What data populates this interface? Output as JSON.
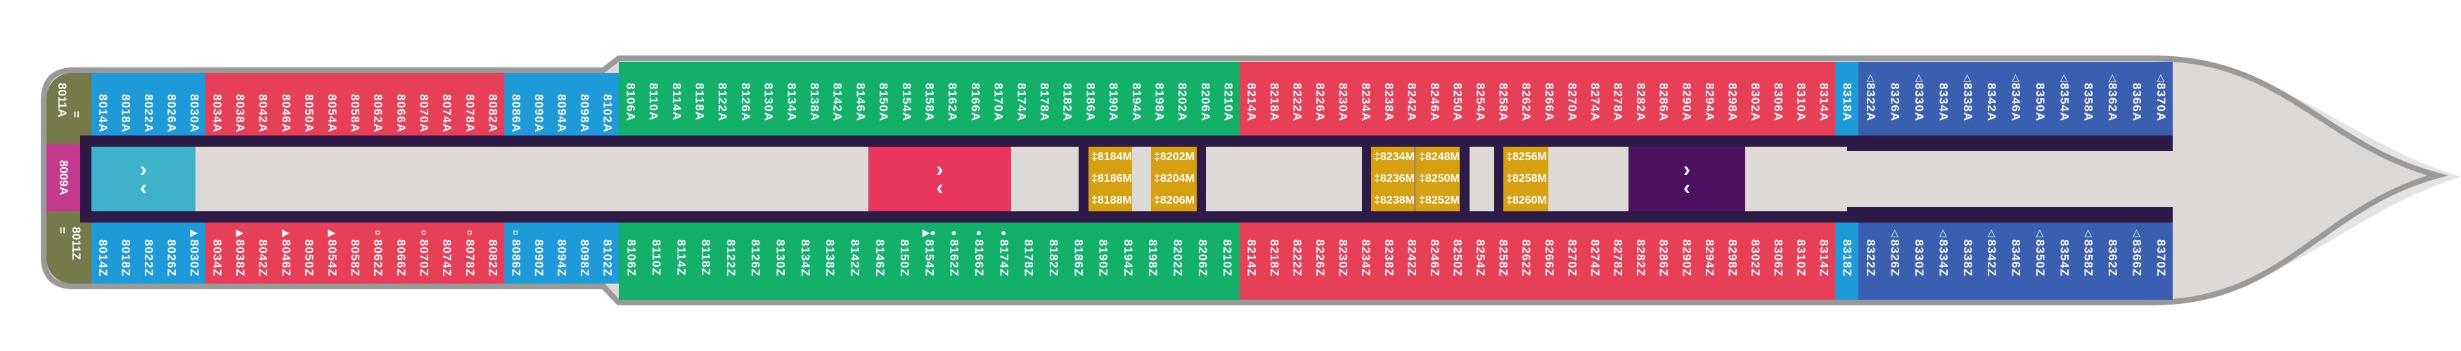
{
  "colors": {
    "hull": "#9a9a9a",
    "deck": "#dcd9d6",
    "corridor": "#2e1a47",
    "olive": "#76794a",
    "magenta": "#c43a8f",
    "teal": "#3fb2cb",
    "blue": "#1f9ad9",
    "red": "#e63f57",
    "green": "#13b06a",
    "navy": "#3a5fb0",
    "yellow": "#d6a010",
    "purple": "#4b1060",
    "pink": "#e8365f"
  },
  "stern": {
    "top_cabin": "8011A",
    "top_mark": "=",
    "bottom_cabin": "8011Z",
    "bottom_mark": "=",
    "suite": "8009A"
  },
  "top_groups": [
    {
      "id": "t-blue1",
      "color": "#1f9ad9",
      "cabins": [
        {
          "n": "8014A"
        },
        {
          "n": "8018A"
        },
        {
          "n": "8022A"
        },
        {
          "n": "8026A"
        },
        {
          "n": "8030A"
        }
      ]
    },
    {
      "id": "t-red1",
      "color": "#e63f57",
      "cabins": [
        {
          "n": "8034A"
        },
        {
          "n": "8038A"
        },
        {
          "n": "8042A"
        },
        {
          "n": "8046A"
        },
        {
          "n": "8050A"
        },
        {
          "n": "8054A"
        },
        {
          "n": "8058A"
        },
        {
          "n": "8062A"
        },
        {
          "n": "8066A"
        },
        {
          "n": "8070A"
        },
        {
          "n": "8074A"
        },
        {
          "n": "8078A"
        },
        {
          "n": "8082A"
        }
      ]
    },
    {
      "id": "t-blue2",
      "color": "#1f9ad9",
      "cabins": [
        {
          "n": "8086A"
        },
        {
          "n": "8090A"
        },
        {
          "n": "8094A"
        },
        {
          "n": "8098A"
        },
        {
          "n": "8102A"
        }
      ]
    },
    {
      "id": "t-green",
      "color": "#13b06a",
      "cabins": [
        {
          "n": "8106A"
        },
        {
          "n": "8110A"
        },
        {
          "n": "8114A"
        },
        {
          "n": "8118A"
        },
        {
          "n": "8122A"
        },
        {
          "n": "8126A"
        },
        {
          "n": "8130A"
        },
        {
          "n": "8134A"
        },
        {
          "n": "8138A"
        },
        {
          "n": "8142A"
        },
        {
          "n": "8146A"
        },
        {
          "n": "8150A"
        },
        {
          "n": "8154A"
        },
        {
          "n": "8158A"
        },
        {
          "n": "8162A"
        },
        {
          "n": "8166A"
        },
        {
          "n": "8170A"
        },
        {
          "n": "8174A"
        },
        {
          "n": "8178A"
        },
        {
          "n": "8182A"
        },
        {
          "n": "8186A"
        },
        {
          "n": "8190A"
        },
        {
          "n": "8194A"
        },
        {
          "n": "8198A"
        },
        {
          "n": "8202A"
        },
        {
          "n": "8206A"
        },
        {
          "n": "8210A"
        }
      ]
    },
    {
      "id": "t-red2",
      "color": "#e63f57",
      "cabins": [
        {
          "n": "8214A"
        },
        {
          "n": "8218A"
        },
        {
          "n": "8222A"
        },
        {
          "n": "8226A"
        },
        {
          "n": "8230A"
        },
        {
          "n": "8234A"
        },
        {
          "n": "8238A"
        },
        {
          "n": "8242A"
        },
        {
          "n": "8246A"
        },
        {
          "n": "8250A"
        },
        {
          "n": "8254A"
        },
        {
          "n": "8258A"
        },
        {
          "n": "8262A"
        },
        {
          "n": "8266A"
        },
        {
          "n": "8270A"
        },
        {
          "n": "8274A"
        },
        {
          "n": "8278A"
        },
        {
          "n": "8282A"
        },
        {
          "n": "8286A"
        },
        {
          "n": "8290A"
        },
        {
          "n": "8294A"
        },
        {
          "n": "8298A"
        },
        {
          "n": "8302A"
        },
        {
          "n": "8306A"
        },
        {
          "n": "8310A"
        },
        {
          "n": "8314A"
        }
      ]
    },
    {
      "id": "t-blue3",
      "color": "#1f9ad9",
      "cabins": [
        {
          "n": "8318A"
        }
      ]
    },
    {
      "id": "t-navy",
      "color": "#3a5fb0",
      "cabins": [
        {
          "n": "8322A",
          "m": "△"
        },
        {
          "n": "8326A"
        },
        {
          "n": "8330A",
          "m": "△"
        },
        {
          "n": "8334A"
        },
        {
          "n": "8338A",
          "m": "△"
        },
        {
          "n": "8342A"
        },
        {
          "n": "8346A",
          "m": "△"
        },
        {
          "n": "8350A"
        },
        {
          "n": "8354A",
          "m": "△"
        },
        {
          "n": "8358A"
        },
        {
          "n": "8362A",
          "m": "△"
        },
        {
          "n": "8366A"
        },
        {
          "n": "8370A",
          "m": "△"
        }
      ]
    }
  ],
  "bottom_groups": [
    {
      "id": "b-blue1",
      "color": "#1f9ad9",
      "cabins": [
        {
          "n": "8014Z"
        },
        {
          "n": "8018Z"
        },
        {
          "n": "8022Z"
        },
        {
          "n": "8026Z"
        },
        {
          "n": "8030Z",
          "m": "▶"
        }
      ]
    },
    {
      "id": "b-red1",
      "color": "#e63f57",
      "cabins": [
        {
          "n": "8034Z"
        },
        {
          "n": "8038Z",
          "m": "▶"
        },
        {
          "n": "8042Z"
        },
        {
          "n": "8046Z",
          "m": "▶"
        },
        {
          "n": "8050Z"
        },
        {
          "n": "8054Z",
          "m": "▶"
        },
        {
          "n": "8058Z"
        },
        {
          "n": "8062Z",
          "m": "¤"
        },
        {
          "n": "8066Z"
        },
        {
          "n": "8070Z",
          "m": "¤"
        },
        {
          "n": "8074Z"
        },
        {
          "n": "8078Z",
          "m": "¤"
        },
        {
          "n": "8082Z"
        }
      ]
    },
    {
      "id": "b-blue2",
      "color": "#1f9ad9",
      "cabins": [
        {
          "n": "8086Z",
          "m": "¤"
        },
        {
          "n": "8090Z"
        },
        {
          "n": "8094Z"
        },
        {
          "n": "8098Z"
        },
        {
          "n": "8102Z"
        }
      ]
    },
    {
      "id": "b-green",
      "color": "#13b06a",
      "cabins": [
        {
          "n": "8106Z"
        },
        {
          "n": "8110Z"
        },
        {
          "n": "8114Z"
        },
        {
          "n": "8118Z"
        },
        {
          "n": "8122Z"
        },
        {
          "n": "8126Z"
        },
        {
          "n": "8130Z"
        },
        {
          "n": "8134Z"
        },
        {
          "n": "8138Z"
        },
        {
          "n": "8142Z"
        },
        {
          "n": "8146Z"
        },
        {
          "n": "8150Z"
        },
        {
          "n": "8154Z",
          "m": "▶●"
        },
        {
          "n": "8162Z",
          "m": "●"
        },
        {
          "n": "8166Z",
          "m": "●"
        },
        {
          "n": "8174Z",
          "m": "●"
        },
        {
          "n": "8178Z"
        },
        {
          "n": "8182Z"
        },
        {
          "n": "8186Z"
        },
        {
          "n": "8190Z"
        },
        {
          "n": "8194Z"
        },
        {
          "n": "8198Z"
        },
        {
          "n": "8202Z"
        },
        {
          "n": "8206Z"
        },
        {
          "n": "8210Z"
        }
      ]
    },
    {
      "id": "b-red2",
      "color": "#e63f57",
      "cabins": [
        {
          "n": "8214Z"
        },
        {
          "n": "8218Z"
        },
        {
          "n": "8222Z"
        },
        {
          "n": "8226Z"
        },
        {
          "n": "8230Z"
        },
        {
          "n": "8234Z"
        },
        {
          "n": "8238Z"
        },
        {
          "n": "8242Z"
        },
        {
          "n": "8246Z"
        },
        {
          "n": "8250Z"
        },
        {
          "n": "8254Z"
        },
        {
          "n": "8258Z"
        },
        {
          "n": "8262Z"
        },
        {
          "n": "8266Z"
        },
        {
          "n": "8270Z"
        },
        {
          "n": "8274Z"
        },
        {
          "n": "8278Z"
        },
        {
          "n": "8282Z"
        },
        {
          "n": "8286Z"
        },
        {
          "n": "8290Z"
        },
        {
          "n": "8294Z"
        },
        {
          "n": "8298Z"
        },
        {
          "n": "8302Z"
        },
        {
          "n": "8306Z"
        },
        {
          "n": "8310Z"
        },
        {
          "n": "8314Z"
        }
      ]
    },
    {
      "id": "b-blue3",
      "color": "#1f9ad9",
      "cabins": [
        {
          "n": "8318Z"
        }
      ]
    },
    {
      "id": "b-navy",
      "color": "#3a5fb0",
      "cabins": [
        {
          "n": "8322Z"
        },
        {
          "n": "8326Z",
          "m": "△"
        },
        {
          "n": "8330Z"
        },
        {
          "n": "8334Z",
          "m": "△"
        },
        {
          "n": "8338Z"
        },
        {
          "n": "8342Z",
          "m": "△"
        },
        {
          "n": "8346Z"
        },
        {
          "n": "8350Z",
          "m": "△"
        },
        {
          "n": "8354Z"
        },
        {
          "n": "8358Z",
          "m": "△"
        },
        {
          "n": "8362Z"
        },
        {
          "n": "8366Z",
          "m": "△"
        },
        {
          "n": "8370Z"
        }
      ]
    }
  ],
  "interior": {
    "stairs_icon": "chevrons-icon",
    "inside_blocks": [
      [
        "‡8184M",
        "‡8186M",
        "‡8188M"
      ],
      [
        "‡8202M",
        "‡8204M",
        "‡8206M"
      ],
      [
        "‡8234M",
        "‡8236M",
        "‡8238M"
      ],
      [
        "‡8248M",
        "‡8250M",
        "‡8252M"
      ],
      [
        "‡8256M",
        "‡8258M",
        "‡8260M"
      ]
    ]
  }
}
